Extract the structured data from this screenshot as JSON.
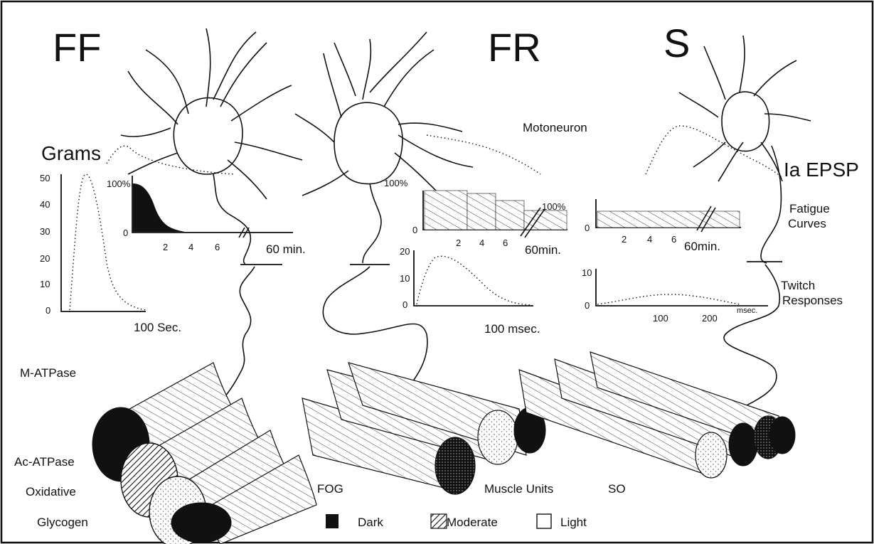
{
  "types": {
    "ff": "FF",
    "fr": "FR",
    "s": "S"
  },
  "labels": {
    "motoneuron": "Motoneuron",
    "ia_epsp": "Ia EPSP",
    "fatigue_curves": [
      "Fatigue",
      "Curves"
    ],
    "twitch_responses": [
      "Twitch",
      "Responses"
    ],
    "grams": "Grams",
    "ff_time": "100 Sec.",
    "fr_time": "100 msec.",
    "s_msec": "msec.",
    "fog": "FOG",
    "muscle_units": "Muscle Units",
    "so": "SO"
  },
  "stains": [
    "M-ATPase",
    "Ac-ATPase",
    "Oxidative",
    "Glycogen"
  ],
  "legend": [
    {
      "key": "dark",
      "label": "Dark"
    },
    {
      "key": "moderate",
      "label": "Moderate"
    },
    {
      "key": "light",
      "label": "Light"
    }
  ],
  "ff_twitch": {
    "y_ticks": [
      "50",
      "40",
      "30",
      "20",
      "10",
      "0"
    ]
  },
  "ff_fatigue": {
    "y_ticks": [
      "100%",
      "0"
    ],
    "x_ticks": [
      "2",
      "4",
      "6"
    ],
    "end_label": "60 min."
  },
  "fr_fatigue": {
    "y_ticks": [
      "100%",
      "0"
    ],
    "x_ticks": [
      "2",
      "4",
      "6"
    ],
    "end_label": "60min.",
    "end_value": "100%"
  },
  "fr_twitch": {
    "y_ticks": [
      "20",
      "10",
      "0"
    ]
  },
  "s_fatigue": {
    "y_ticks": [
      "0"
    ],
    "x_ticks": [
      "2",
      "4",
      "6"
    ],
    "end_label": "60min."
  },
  "s_twitch": {
    "y_ticks": [
      "10",
      "0"
    ],
    "x_ticks": [
      "100",
      "200"
    ]
  }
}
